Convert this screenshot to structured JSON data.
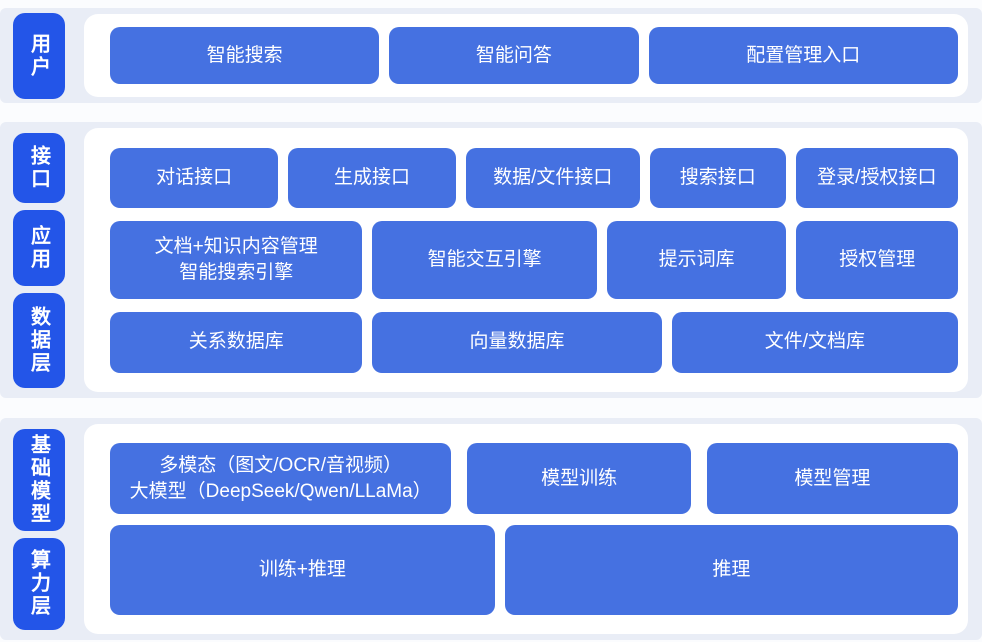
{
  "colors": {
    "band_background": "#e9edf6",
    "panel_background": "#ffffff",
    "side_label_blue": "#2355e8",
    "box_blue": "#4571e1",
    "text_white": "#ffffff",
    "page_background": "#fbfcfe"
  },
  "bands": [
    {
      "name": "user-layer",
      "labels": [
        {
          "text": "用户"
        }
      ],
      "rows": [
        {
          "buttons": [
            {
              "label": "智能搜索"
            },
            {
              "label": "智能问答"
            },
            {
              "label": "配置管理入口"
            }
          ]
        }
      ]
    },
    {
      "name": "interface-application-data-layer",
      "labels": [
        {
          "text": "接口"
        },
        {
          "text": "应用"
        },
        {
          "text": "数据层"
        }
      ],
      "rows": [
        {
          "buttons": [
            {
              "label": "对话接口"
            },
            {
              "label": "生成接口"
            },
            {
              "label": "数据/文件接口"
            },
            {
              "label": "搜索接口"
            },
            {
              "label": "登录/授权接口"
            }
          ]
        },
        {
          "buttons": [
            {
              "label": "文档+知识内容管理\n智能搜索引擎"
            },
            {
              "label": "智能交互引擎"
            },
            {
              "label": "提示词库"
            },
            {
              "label": "授权管理"
            }
          ]
        },
        {
          "buttons": [
            {
              "label": "关系数据库"
            },
            {
              "label": "向量数据库"
            },
            {
              "label": "文件/文档库"
            }
          ]
        }
      ]
    },
    {
      "name": "foundation-model-compute-layer",
      "labels": [
        {
          "text": "基础模型"
        },
        {
          "text": "算力层"
        }
      ],
      "rows": [
        {
          "buttons": [
            {
              "label": "多模态（图文/OCR/音视频）\n大模型（DeepSeek/Qwen/LLaMa）"
            },
            {
              "label": "模型训练"
            },
            {
              "label": "模型管理"
            }
          ]
        },
        {
          "buttons": [
            {
              "label": "训练+推理"
            },
            {
              "label": "推理"
            }
          ]
        }
      ]
    }
  ]
}
